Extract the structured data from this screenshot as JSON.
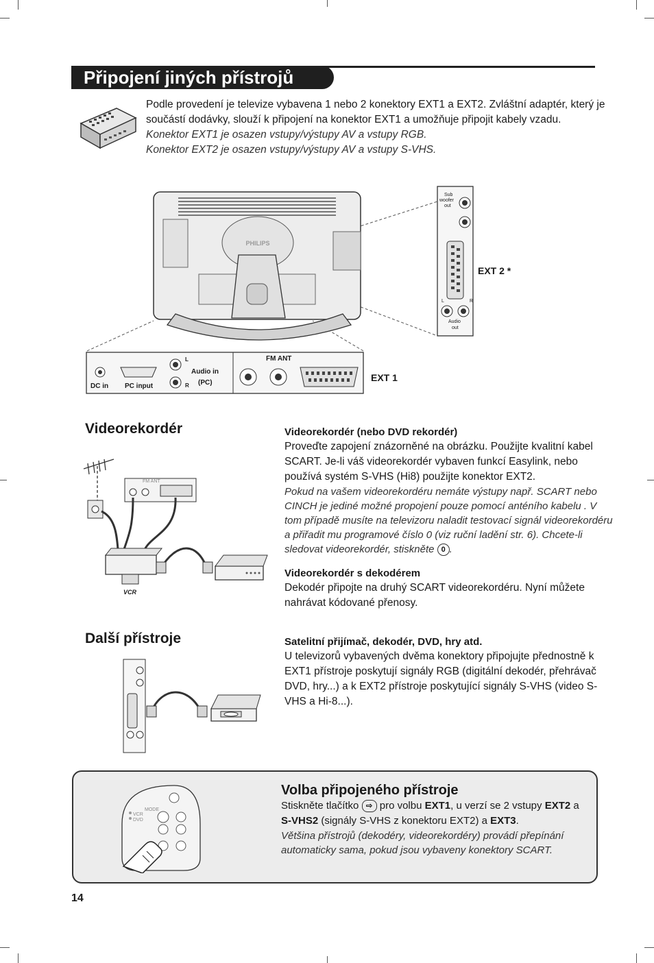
{
  "page": {
    "title": "Připojení jiných přístrojů",
    "number": "14"
  },
  "intro": {
    "line1": "Podle provedení je televize vybavena 1 nebo 2 konektory EXT1 a EXT2. Zvláštní adaptér, který je součástí dodávky, slouží k připojení na konektor EXT1 a umožňuje připojit kabely vzadu.",
    "italic1": "Konektor EXT1 je osazen vstupy/výstupy AV a vstupy RGB.",
    "italic2": "Konektor EXT2 je osazen vstupy/výstupy AV a vstupy S-VHS."
  },
  "diagram": {
    "brand": "PHILIPS",
    "ext2_label": "EXT 2 *",
    "ext1_label": "EXT 1",
    "panel": {
      "dc_in": "DC in",
      "pc_input": "PC input",
      "audio_in": "Audio in",
      "audio_pc": "(PC)",
      "l": "L",
      "r": "R",
      "fm_ant": "FM ANT"
    },
    "side": {
      "sub": "Sub",
      "woofer": "woofer",
      "out": "out",
      "l": "L",
      "r": "R",
      "audio": "Audio",
      "audio_out": "out"
    }
  },
  "vcr_section": {
    "heading": "Videorekordér",
    "sub1": "Videorekordér (nebo DVD rekordér)",
    "p1": "Proveďte zapojení znázorněné na obrázku. Použijte kvalitní kabel SCART. Je-li váš videorekordér vybaven funkcí Easylink, nebo používá systém S-VHS (Hi8) použijte konektor EXT2.",
    "p1_italic": "Pokud na vašem videorekordéru nemáte výstupy např. SCART nebo CINCH je jediné možné propojení pouze pomocí anténího kabelu . V tom případě musíte na televizoru naladit testovací signál videorekordéru a přiřadit mu programové číslo 0 (viz ruční ladění str. 6). Chcete-li sledovat videorekordér, stiskněte",
    "key_zero": "0",
    "sub2": "Videorekordér s dekodérem",
    "p2": "Dekodér připojte na druhý SCART videorekordéru. Nyní můžete nahrávat kódované přenosy.",
    "vcr_label": "VCR",
    "fm_ant_small": "FM ANT"
  },
  "other_section": {
    "heading": "Další přístroje",
    "sub": "Satelitní přijímač, dekodér, DVD, hry atd.",
    "p": "U televizorů vybavených dvěma konektory připojujte přednostně k EXT1 přístroje poskytují signály RGB (digitální dekodér, přehrávač DVD, hry...) a k EXT2 přístroje poskytující signály S-VHS (video S-VHS a Hi-8...)."
  },
  "volba": {
    "heading": "Volba připojeného přístroje",
    "t1": "Stiskněte tlačítko",
    "t2": "pro volbu",
    "ext1": "EXT1",
    "t3": ", u verzí se 2 vstupy",
    "ext2": "EXT2",
    "t4": "a",
    "svhs2": "S-VHS2",
    "t5": "(signály S-VHS z konektoru EXT2) a",
    "ext3": "EXT3",
    "t6": ".",
    "italic": "Většina přístrojů (dekodéry, videorekordéry) provádí přepínání automaticky sama, pokud jsou vybaveny konektory SCART.",
    "remote_labels": {
      "mode": "MODE",
      "vcr": "VCR",
      "dvd": "DVD"
    }
  }
}
